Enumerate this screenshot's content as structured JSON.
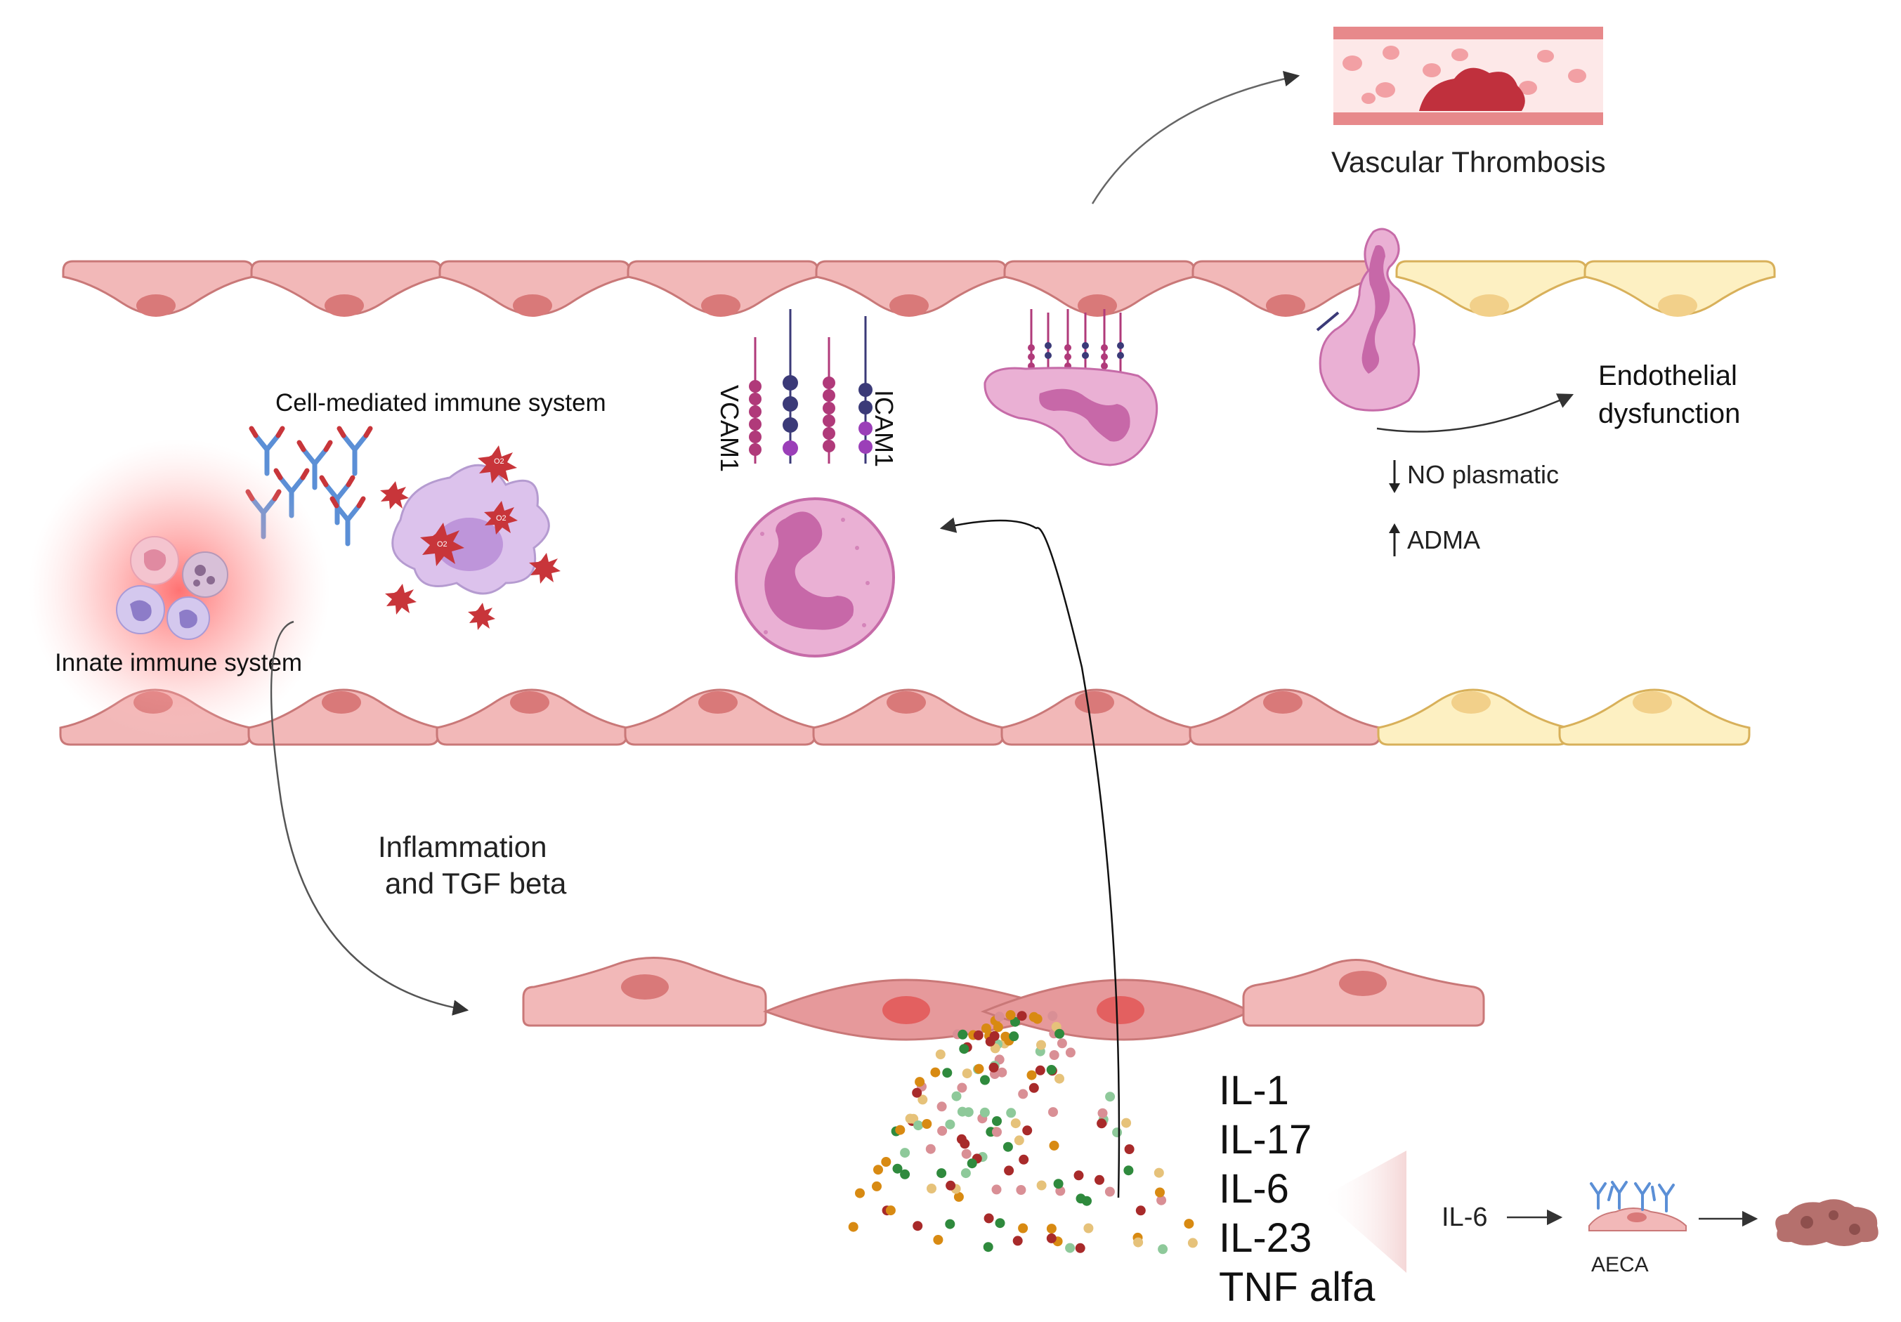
{
  "labels": {
    "vascular_thrombosis": "Vascular Thrombosis",
    "endothelial_line1": "Endothelial",
    "endothelial_line2": "dysfunction",
    "no_plasmatic": "NO plasmatic",
    "adma": "ADMA",
    "cell_mediated": "Cell-mediated immune system",
    "innate": "Innate immune system",
    "vcam1": "VCAM1",
    "icam1": "ICAM1",
    "inflammation_line1": "Inflammation",
    "inflammation_line2": "and TGF beta",
    "il6_small": "IL-6",
    "aeca": "AECA",
    "ros": "O2"
  },
  "cytokines": [
    "IL-1",
    "IL-17",
    "IL-6",
    "IL-23",
    "TNF alfa"
  ],
  "icons": {
    "down_arrow": "arrow-down-icon",
    "up_arrow": "arrow-up-icon"
  },
  "colors": {
    "endothelial_cell": "#f2b8b8",
    "endothelial_nucleus": "#d97979",
    "dysfunctional_cell": "#fdf0c2",
    "dysfunctional_nucleus": "#f2d08a",
    "neutrophil": "#e8a3d0",
    "neutrophil_nucleus": "#c768a8",
    "macrophage": "#dcc2ec",
    "antibody": "#5b8fd6",
    "ros": "#c8353a",
    "clot": "#c0303d",
    "cytokine_red": "#a82a2a",
    "cytokine_green": "#2f8a3d",
    "cytokine_orange": "#d88a12",
    "cytokine_pink": "#d98f95",
    "cytokine_lightgreen": "#8ec99a",
    "cytokine_tan": "#e6c27a"
  }
}
